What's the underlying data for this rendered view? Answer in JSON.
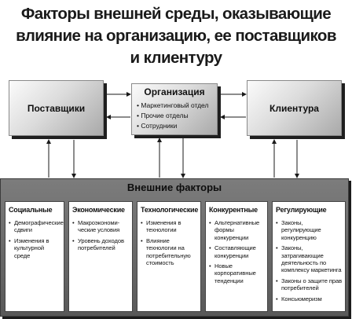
{
  "title": {
    "line1": "Факторы внешней среды, оказывающие",
    "line2": "влияние на организацию, ее поставщиков",
    "line3": "и клиентуру"
  },
  "suppliers": {
    "label": "Поставщики"
  },
  "organization": {
    "label": "Организация",
    "items": [
      "Маркетинговый отдел",
      "Прочие отделы",
      "Сотрудники"
    ]
  },
  "clients": {
    "label": "Клиентура"
  },
  "external": {
    "title": "Внешние факторы",
    "columns": [
      {
        "title": "Социальные",
        "items": [
          "Демографические сдвиги",
          "Изменения в культурной среде"
        ]
      },
      {
        "title": "Экономические",
        "items": [
          "Макроэкономи-ческие условия",
          "Уровень доходов потребителей"
        ]
      },
      {
        "title": "Технологические",
        "items": [
          "Изменения в технологии",
          "Влияние технологии на потребительную стоимость"
        ]
      },
      {
        "title": "Конкурентные",
        "items": [
          "Альтернативные формы конкуренции",
          "Составляющие конкуренции",
          "Новые корпоративные тенденции"
        ]
      },
      {
        "title": "Регулирующие",
        "items": [
          "Законы, регулирующие конкуренцию",
          "Законы, затрагивающие деятельность по комплексу маркетинга",
          "Законы о защите прав потребителей",
          "Консьюмеризм"
        ]
      }
    ]
  },
  "colors": {
    "line": "#1a1a1a",
    "frame": "#6b6b6b",
    "box_light": "#f2f2f2",
    "box_dark": "#a9a9a9"
  }
}
